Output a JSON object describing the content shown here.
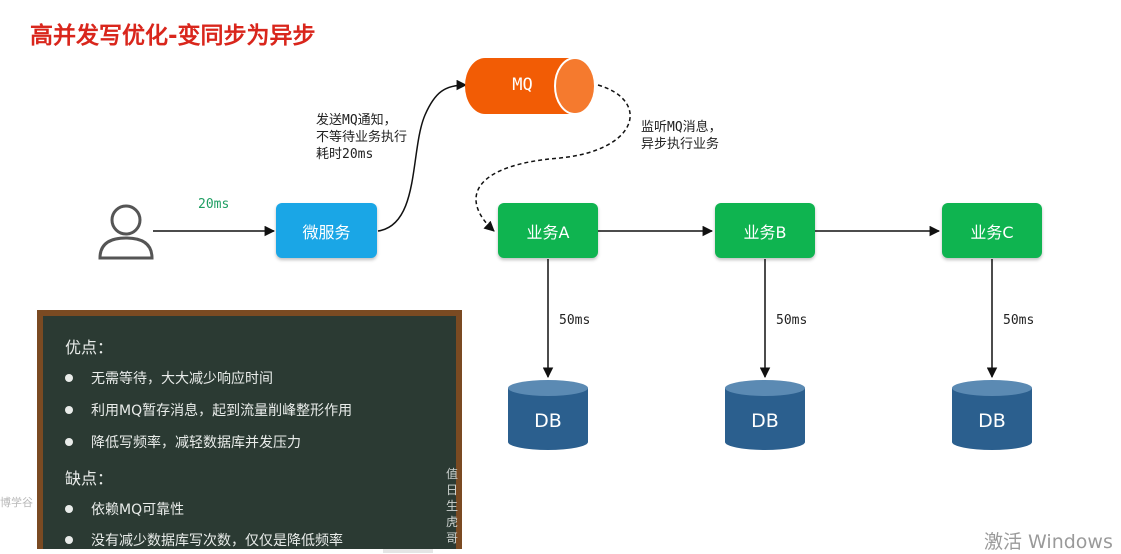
{
  "title": "高并发写优化-变同步为异步",
  "diagram": {
    "nodes": {
      "microservice": "微服务",
      "mq": "MQ",
      "business_a": "业务A",
      "business_b": "业务B",
      "business_c": "业务C",
      "db_a": "DB",
      "db_b": "DB",
      "db_c": "DB"
    },
    "labels": {
      "user_to_service": "20ms",
      "send_mq_1": "发送MQ通知，",
      "send_mq_2": "不等待业务执行",
      "send_mq_3": "耗时20ms",
      "listen_1": "监听MQ消息，",
      "listen_2": "异步执行业务",
      "a_db": "50ms",
      "b_db": "50ms",
      "c_db": "50ms"
    }
  },
  "board": {
    "pros_heading": "优点：",
    "pros": [
      "无需等待，大大减少响应时间",
      "利用MQ暂存消息，起到流量削峰整形作用",
      "降低写频率，减轻数据库并发压力"
    ],
    "cons_heading": "缺点：",
    "cons": [
      "依赖MQ可靠性",
      "没有减少数据库写次数，仅仅是降低频率"
    ],
    "signature": "值日生虎哥"
  },
  "watermarks": {
    "left": "博学谷",
    "right": "激活 Windows"
  },
  "colors": {
    "title": "#d9261c",
    "microservice": "#1aa6e6",
    "mq": "#f25c05",
    "business": "#0fb450",
    "db": "#2b5f8e"
  }
}
